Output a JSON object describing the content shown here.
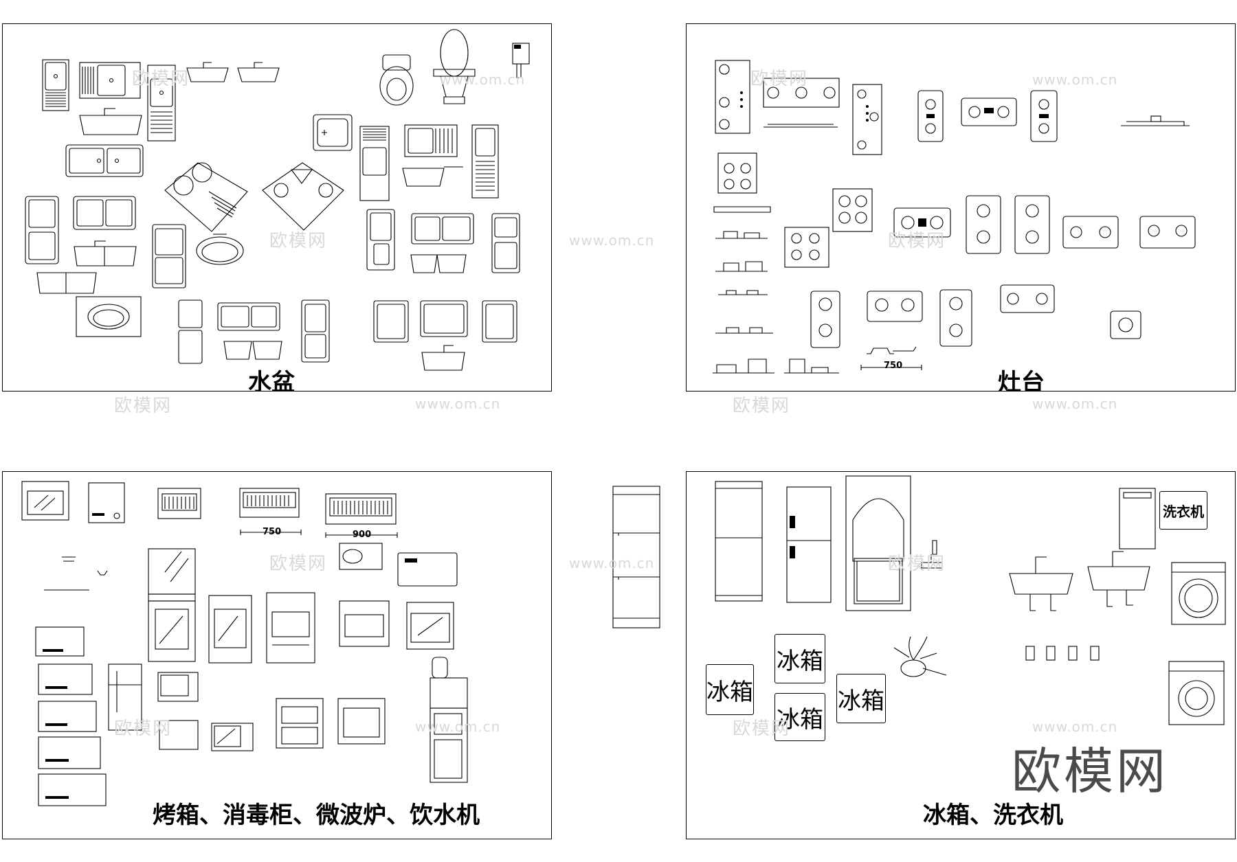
{
  "panels": [
    {
      "title": "水盆"
    },
    {
      "title": "灶台"
    },
    {
      "title": "烤箱、消毒柜、微波炉、饮水机"
    },
    {
      "title": "冰箱、洗衣机"
    }
  ],
  "dimensions": {
    "stove_width": "750",
    "cabinet_750": "750",
    "cabinet_900": "900"
  },
  "labels": {
    "fridge": "冰箱",
    "washer": "洗衣机"
  },
  "watermark": {
    "brand": "欧模网",
    "url": "www.om.cn"
  }
}
